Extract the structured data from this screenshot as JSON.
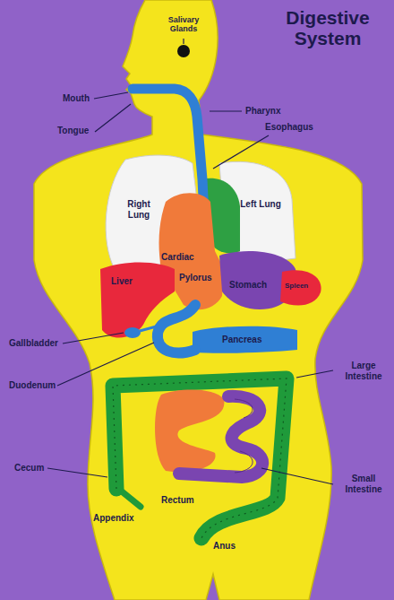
{
  "diagram": {
    "title": "Digestive System",
    "labels": [
      "Salivary Glands",
      "Mouth",
      "Pharynx",
      "Tongue",
      "Esophagus",
      "Right Lung",
      "Left Lung",
      "Cardiac",
      "Liver",
      "Pylorus",
      "Stomach",
      "Spleen",
      "Gallbladder",
      "Pancreas",
      "Duodenum",
      "Large Intestine",
      "Cecum",
      "Small Intestine",
      "Appendix",
      "Rectum",
      "Anus"
    ]
  }
}
